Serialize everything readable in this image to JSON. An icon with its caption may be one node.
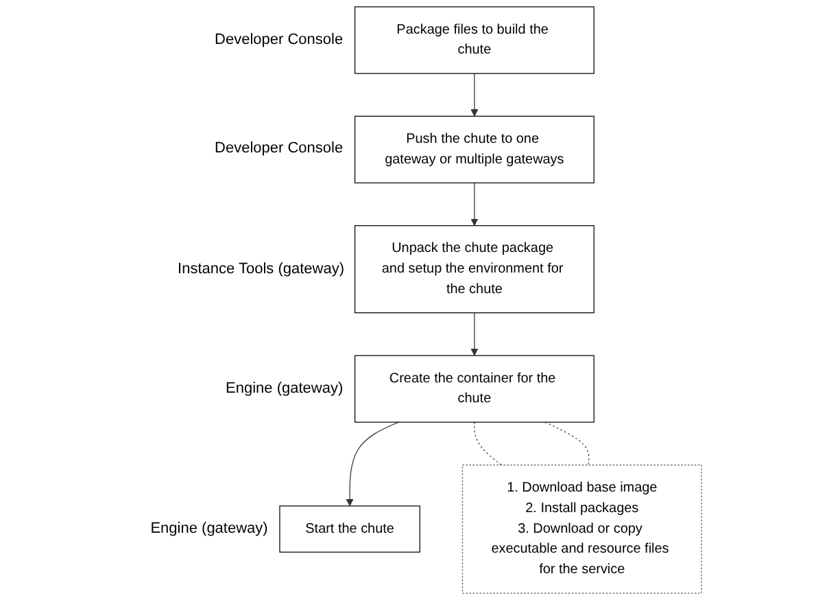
{
  "diagram": {
    "nodes": [
      {
        "text": [
          "Package files to build the chute"
        ],
        "beside": [
          "Developer Console"
        ]
      },
      {
        "text": [
          "Push the chute to one gateway or multiple gateways"
        ],
        "beside": [
          "Developer Console"
        ]
      },
      {
        "text": [
          "Unpack the chute package and setup the environment for the chute"
        ],
        "beside": [
          "Instance Tools (gateway)"
        ]
      },
      {
        "text": [
          "Create the container for the chute"
        ],
        "beside": [
          "Engine (gateway)"
        ]
      },
      {
        "text": [
          "Start the chute"
        ],
        "beside": [
          "Engine (gateway)"
        ]
      },
      {
        "text": [
          "1. Download base image",
          "2. Install packages",
          "3. Download or copy executable and resource files for the service"
        ]
      }
    ],
    "edges": [
      {
        "from": 0,
        "to": 1,
        "arrow": "to"
      },
      {
        "from": 1,
        "to": 2,
        "arrow": "to"
      },
      {
        "from": 2,
        "to": 3,
        "arrow": "to"
      },
      {
        "from": 3,
        "to": 4,
        "arrow": "to"
      },
      {
        "from": 3,
        "to": 5,
        "arrow": "none",
        "style": "dashed"
      },
      {
        "from": 3,
        "to": 5,
        "arrow": "none",
        "style": "dashed"
      }
    ]
  }
}
